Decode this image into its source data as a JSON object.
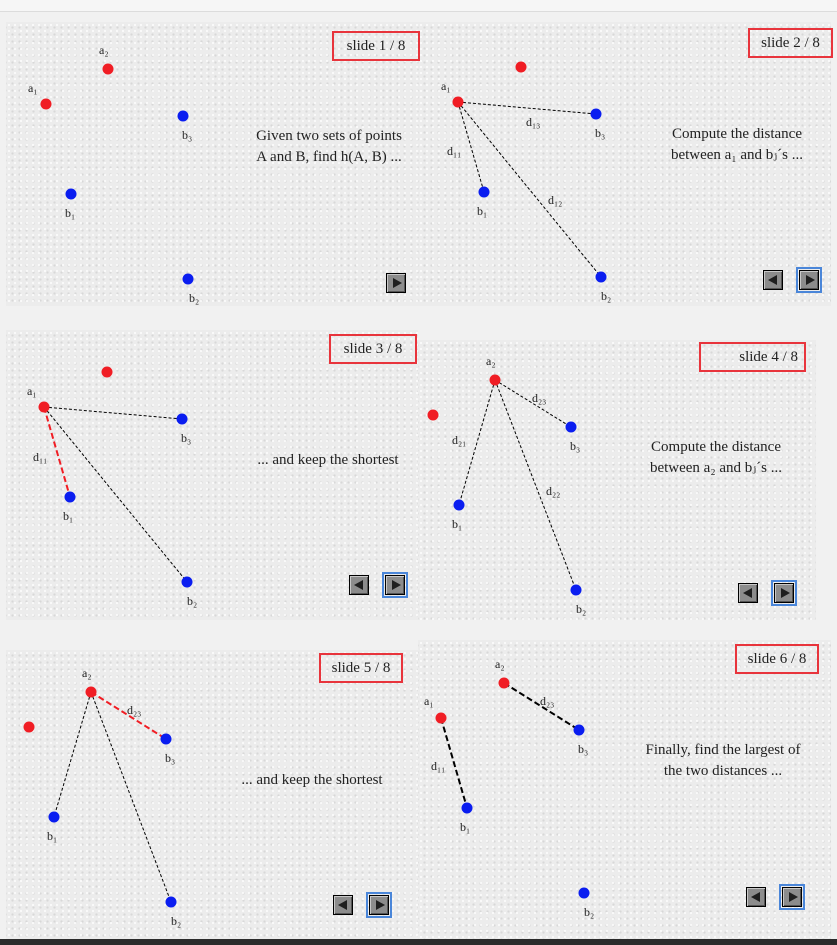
{
  "colors": {
    "point_a": "#f01d24",
    "point_b": "#0a1df0",
    "highlight": "#f01d24",
    "label_border": "#e8343c"
  },
  "slides": [
    {
      "label": "slide 1 / 8",
      "caption": [
        "Given two sets of points",
        "A and B, find  h(A, B) ..."
      ]
    },
    {
      "label": "slide 2 / 8",
      "caption": [
        "Compute the distance",
        "between a₁ and bⱼ´s ..."
      ]
    },
    {
      "label": "slide 3 / 8",
      "caption": [
        "... and keep the shortest"
      ]
    },
    {
      "label": "slide 4 / 8",
      "caption": [
        "Compute the distance",
        "between a₂ and bⱼ´s ..."
      ]
    },
    {
      "label": "slide 5 / 8",
      "caption": [
        "... and keep the shortest"
      ]
    },
    {
      "label": "slide 6 / 8",
      "caption": [
        "Finally, find the largest of",
        "the two distances ..."
      ]
    }
  ],
  "points": {
    "a1": "a₁",
    "a2": "a₂",
    "b1": "b₁",
    "b2": "b₂",
    "b3": "b₃"
  },
  "distances": {
    "d11": "d₁₁",
    "d12": "d₁₂",
    "d13": "d₁₃",
    "d21": "d₂₁",
    "d22": "d₂₂",
    "d23": "d₂₃"
  },
  "nav": {
    "prev_icon": "triangle-left-icon",
    "next_icon": "triangle-right-icon"
  }
}
